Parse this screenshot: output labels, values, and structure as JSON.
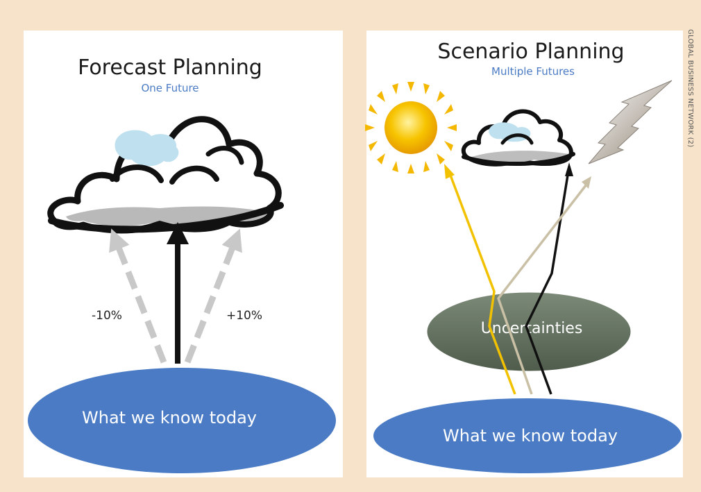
{
  "credit": "GLOBAL BUSINESS NETWORK (2)",
  "forecast": {
    "title": "Forecast Planning",
    "subtitle": "One Future",
    "left_label": "-10%",
    "right_label": "+10%",
    "base_label": "What we know today"
  },
  "scenario": {
    "title": "Scenario Planning",
    "subtitle": "Multiple Futures",
    "uncertainty_label": "Uncertainties",
    "base_label": "What we know today"
  },
  "colors": {
    "frame": "#f6e3c9",
    "panel": "#ffffff",
    "base_ellipse": "#4a7bc4",
    "subtitle": "#4a7bc4",
    "uncertainty": "#5d6b5a",
    "sun": "#f5b800",
    "sun_arrow": "#f2c200",
    "lightning_arrow": "#c9c0a6",
    "cloud_arrow": "#111111",
    "dashed_arrow": "#c8c8c8"
  },
  "icons": {
    "forecast_cloud": "cloud-icon",
    "sun": "sun-icon",
    "small_cloud": "cloud-icon",
    "lightning": "lightning-icon"
  }
}
